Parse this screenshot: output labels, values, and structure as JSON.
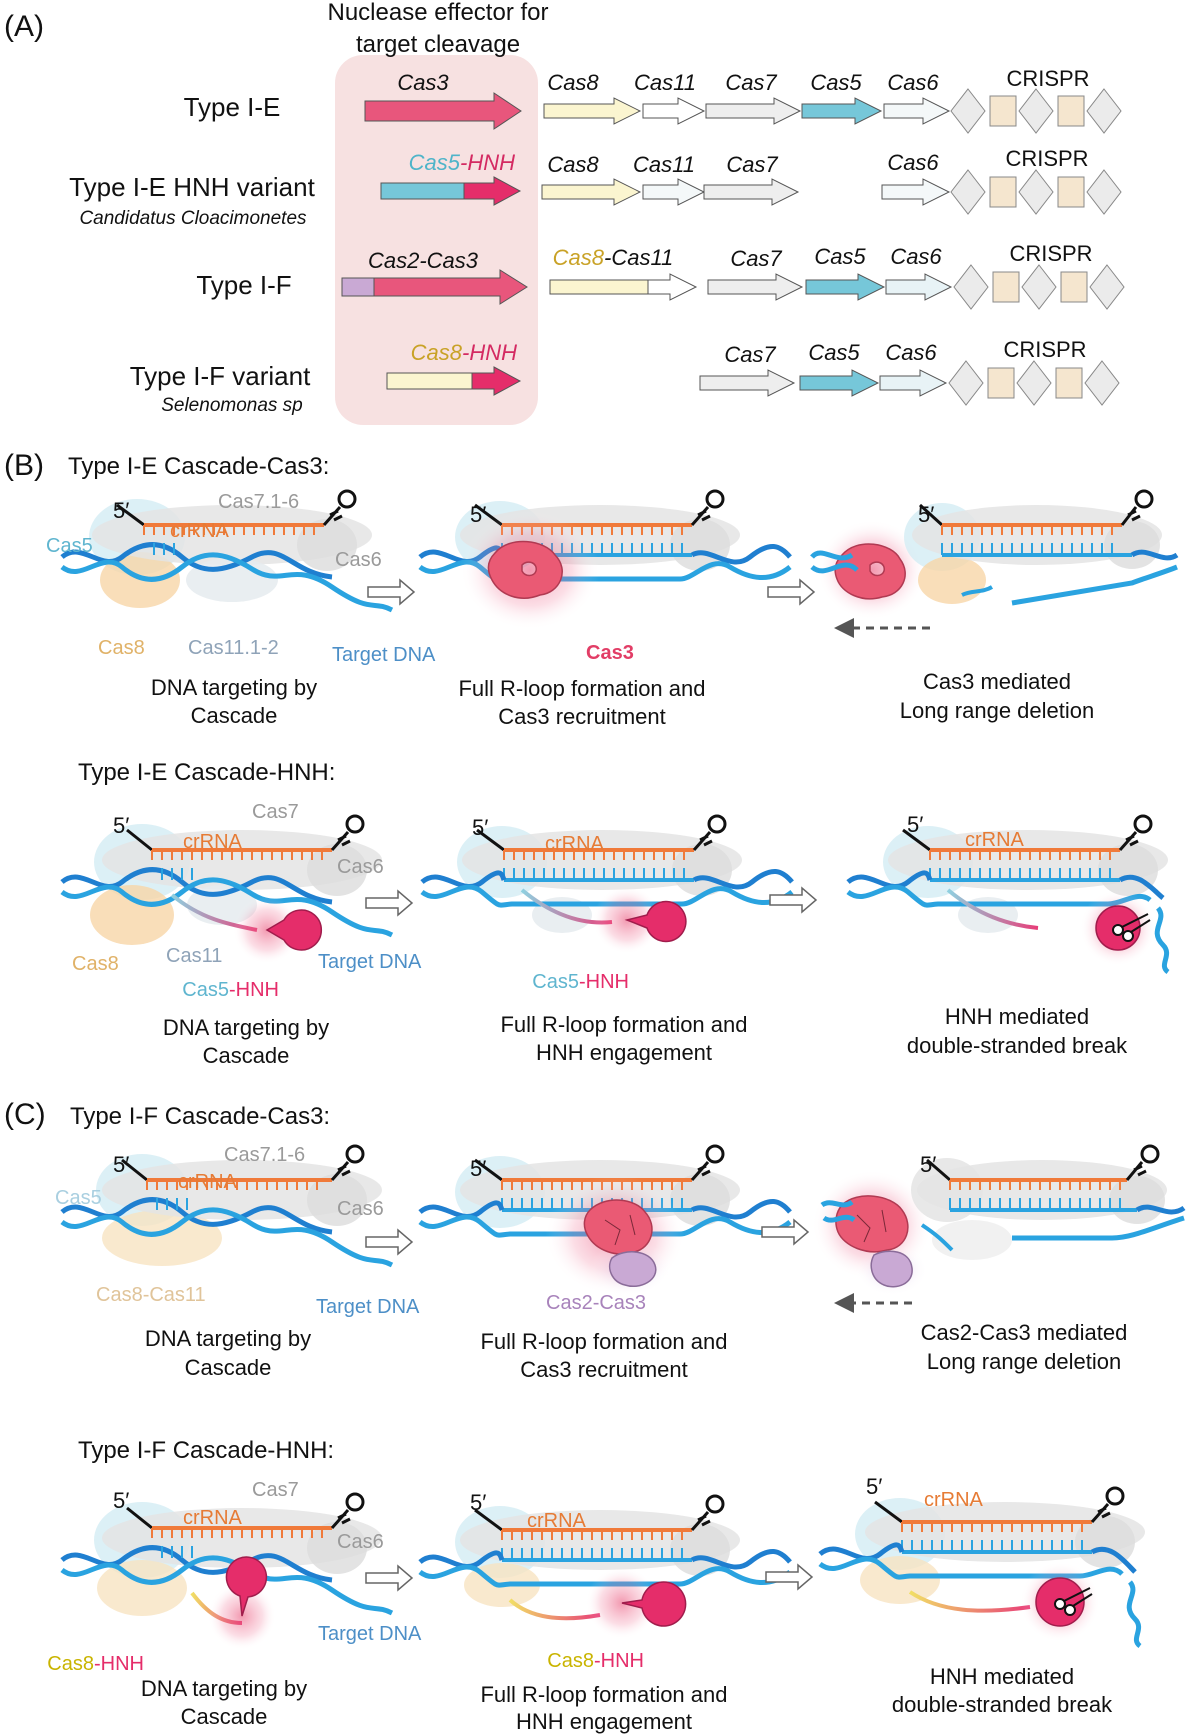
{
  "colors": {
    "cas3": "#e8567c",
    "cas5": "#76c7d9",
    "cas8": "#fbf5d0",
    "cas2": "#c9a9d4",
    "hnh": "#e52d6a",
    "effector_bg": "#f7e1e1",
    "crrna": "#f07a3a",
    "dna": "#1f7fd0",
    "grey_gene": "#eeeeee",
    "crispr_repeat": "#ebebeb",
    "crispr_spacer": "#f5e6cf"
  },
  "panelA": {
    "label": "(A)",
    "effector_title": [
      "Nuclease effector for",
      "target cleavage"
    ],
    "rows": [
      {
        "name": "Type I-E",
        "species": "",
        "effector": "Cas3",
        "genes": [
          "Cas8",
          "Cas11",
          "Cas7",
          "Cas5",
          "Cas6"
        ],
        "crispr": "CRISPR"
      },
      {
        "name": "Type I-E HNH variant",
        "species": "Candidatus Cloacimonetes",
        "effector_a": "Cas5",
        "effector_b": "-HNH",
        "genes": [
          "Cas8",
          "Cas11",
          "Cas7",
          "Cas6"
        ],
        "crispr": "CRISPR"
      },
      {
        "name": "Type I-F",
        "species": "",
        "effector": "Cas2-Cas3",
        "gene_a": "Cas8",
        "gene_b": "-Cas11",
        "genes": [
          "Cas7",
          "Cas5",
          "Cas6"
        ],
        "crispr": "CRISPR"
      },
      {
        "name": "Type I-F variant",
        "species": "Selenomonas sp",
        "effector_a": "Cas8",
        "effector_b": "-HNH",
        "genes": [
          "Cas7",
          "Cas5",
          "Cas6"
        ],
        "crispr": "CRISPR"
      }
    ]
  },
  "panelB": {
    "label": "(B)",
    "cas3_title": "Type I-E Cascade-Cas3:",
    "hnh_title": "Type I-E Cascade-HNH:",
    "cas3_labels": {
      "five": "5′",
      "cas7": "Cas7.1-6",
      "crrna": "crRNA",
      "cas5": "Cas5",
      "cas6": "Cas6",
      "cas8": "Cas8",
      "cas11": "Cas11.1-2",
      "target": "Target DNA",
      "cas3": "Cas3"
    },
    "cas3_captions": [
      [
        "DNA targeting by",
        "Cascade"
      ],
      [
        "Full R-loop formation and",
        "Cas3 recruitment"
      ],
      [
        "Cas3 mediated",
        "Long range deletion"
      ]
    ],
    "hnh_labels": {
      "five": "5′",
      "cas7": "Cas7",
      "crrna": "crRNA",
      "cas6": "Cas6",
      "cas8": "Cas8",
      "cas11": "Cas11",
      "target": "Target DNA",
      "cas5hnh_a": "Cas5",
      "cas5hnh_b": "-HNH"
    },
    "hnh_captions": [
      [
        "DNA targeting by",
        "Cascade"
      ],
      [
        "Full R-loop formation and",
        "HNH engagement"
      ],
      [
        "HNH mediated",
        "double-stranded break"
      ]
    ]
  },
  "panelC": {
    "label": "(C)",
    "cas3_title": "Type I-F Cascade-Cas3:",
    "hnh_title": "Type I-F Cascade-HNH:",
    "cas3_labels": {
      "five": "5′",
      "cas7": "Cas7.1-6",
      "crrna": "crRNA",
      "cas5": "Cas5",
      "cas6": "Cas6",
      "cas8": "Cas8-Cas11",
      "target": "Target DNA",
      "cas2cas3": "Cas2-Cas3"
    },
    "cas3_captions": [
      [
        "DNA targeting by",
        "Cascade"
      ],
      [
        "Full R-loop formation and",
        "Cas3 recruitment"
      ],
      [
        "Cas2-Cas3 mediated",
        "Long range deletion"
      ]
    ],
    "hnh_labels": {
      "five": "5′",
      "cas7": "Cas7",
      "crrna": "crRNA",
      "cas6": "Cas6",
      "target": "Target DNA",
      "cas8hnh_a": "Cas8",
      "cas8hnh_b": "-HNH"
    },
    "hnh_captions": [
      [
        "DNA targeting by",
        "Cascade"
      ],
      [
        "Full R-loop formation and",
        "HNH engagement"
      ],
      [
        "HNH mediated",
        "double-stranded break"
      ]
    ]
  }
}
